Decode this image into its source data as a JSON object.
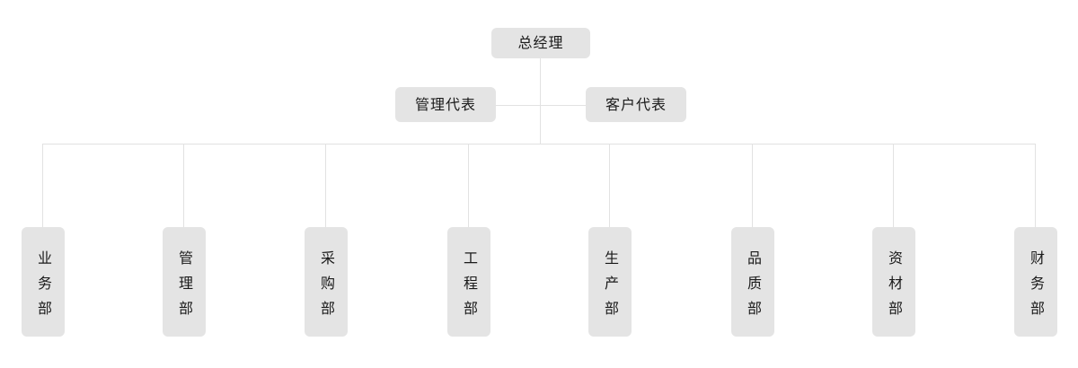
{
  "chart_data": {
    "type": "diagram",
    "diagram_type": "organization-chart",
    "title": "",
    "orientation": "top-down",
    "node_fill_color": "#e4e4e4",
    "line_color": "#e2e2e2",
    "text_color": "#1a1a1a",
    "background_color": "#ffffff",
    "levels": [
      {
        "level": 1,
        "nodes": [
          {
            "id": "gm",
            "label": "总经理"
          }
        ]
      },
      {
        "level": 2,
        "nodes": [
          {
            "id": "mgmt-rep",
            "label": "管理代表"
          },
          {
            "id": "cust-rep",
            "label": "客户代表"
          }
        ]
      },
      {
        "level": 3,
        "nodes": [
          {
            "id": "dept-business",
            "label": "业务部"
          },
          {
            "id": "dept-management",
            "label": "管理部"
          },
          {
            "id": "dept-purchasing",
            "label": "采购部"
          },
          {
            "id": "dept-engineering",
            "label": "工程部"
          },
          {
            "id": "dept-production",
            "label": "生产部"
          },
          {
            "id": "dept-quality",
            "label": "品质部"
          },
          {
            "id": "dept-materials",
            "label": "资材部"
          },
          {
            "id": "dept-finance",
            "label": "财务部"
          }
        ]
      }
    ],
    "edges": [
      {
        "from": "gm",
        "to": "bus",
        "style": "vertical"
      },
      {
        "from": "mgmt-rep",
        "to": "cust-rep",
        "style": "horizontal"
      },
      {
        "from": "bus",
        "to": "dept-business",
        "style": "vertical"
      },
      {
        "from": "bus",
        "to": "dept-management",
        "style": "vertical"
      },
      {
        "from": "bus",
        "to": "dept-purchasing",
        "style": "vertical"
      },
      {
        "from": "bus",
        "to": "dept-engineering",
        "style": "vertical"
      },
      {
        "from": "bus",
        "to": "dept-production",
        "style": "vertical"
      },
      {
        "from": "bus",
        "to": "dept-quality",
        "style": "vertical"
      },
      {
        "from": "bus",
        "to": "dept-materials",
        "style": "vertical"
      },
      {
        "from": "bus",
        "to": "dept-finance",
        "style": "vertical"
      }
    ]
  },
  "chart": {
    "top": {
      "gm": "总经理"
    },
    "middle": {
      "mgmt_rep": "管理代表",
      "cust_rep": "客户代表"
    },
    "departments": [
      "业务部",
      "管理部",
      "采购部",
      "工程部",
      "生产部",
      "品质部",
      "资材部",
      "财务部"
    ]
  }
}
